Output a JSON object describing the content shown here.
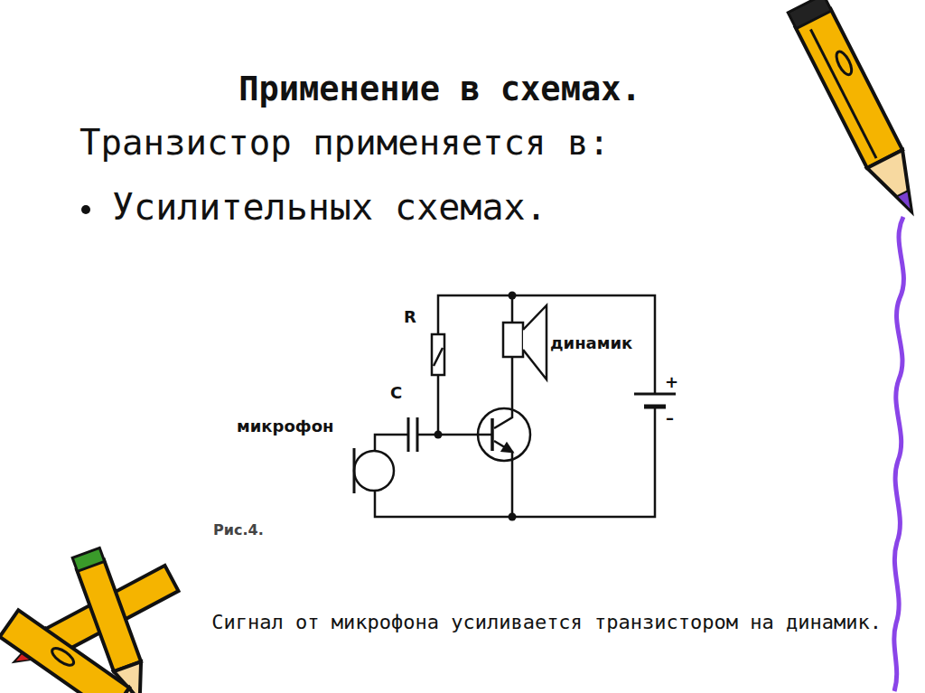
{
  "diagram": {
    "title": "Применение в схемах.",
    "caption": "Сигнал от микрофона усиливается транзистором на динамик.",
    "labels": [
      "Транзистор применяется в:",
      "Усилительных схемах.",
      "R",
      "C",
      "микрофон",
      "динамик",
      "+",
      "–",
      "Рис.4."
    ]
  }
}
